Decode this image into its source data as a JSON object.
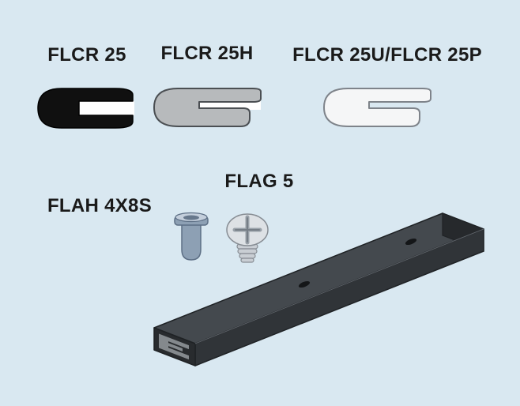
{
  "background": "#d9e8f1",
  "labels": {
    "flcr25": "FLCR 25",
    "flcr25h": "FLCR 25H",
    "flcr25up": "FLCR 25U/FLCR 25P",
    "flag5": "FLAG 5",
    "flah4x8s": "FLAH 4X8S"
  },
  "colors": {
    "profile_black": "#101010",
    "profile_gray": "#b7babc",
    "profile_white": "#f5f6f7",
    "profile_gray_outline": "#4b4f53",
    "profile_white_outline": "#7e838a",
    "rivet_body": "#8da0b4",
    "rivet_flange_top": "#c4cfdc",
    "rivet_hole": "#67788c",
    "rivet_outline": "#5d6f85",
    "screw_head": "#dde1e5",
    "screw_thread": "#c9ced4",
    "screw_outline": "#878d94",
    "bar_top": "#44494e",
    "bar_front": "#303438",
    "bar_end": "#282b2e",
    "bar_end_cap": "#26292c",
    "bar_outline": "#1f2225",
    "bar_profile_mark": "#84898d",
    "hole": "#141618",
    "label_text": "#1a1a1a"
  }
}
